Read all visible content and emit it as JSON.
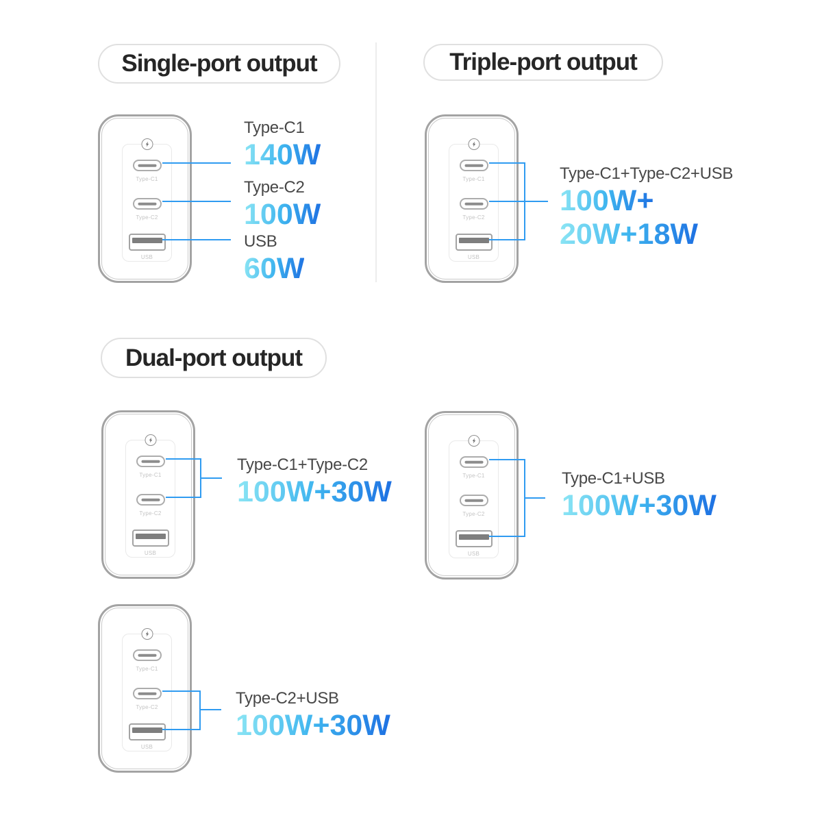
{
  "sections": {
    "single": {
      "title": "Single-port output",
      "entries": [
        {
          "label": "Type-C1",
          "watt": "140W"
        },
        {
          "label": "Type-C2",
          "watt": "100W"
        },
        {
          "label": "USB",
          "watt": "60W"
        }
      ]
    },
    "triple": {
      "title": "Triple-port output",
      "combo_label": "Type-C1+Type-C2+USB",
      "watt_line1": "100W+",
      "watt_line2": "20W+18W"
    },
    "dual": {
      "title": "Dual-port output",
      "combos": [
        {
          "label": "Type-C1+Type-C2",
          "watt": "100W+30W"
        },
        {
          "label": "Type-C1+USB",
          "watt": "100W+30W"
        },
        {
          "label": "Type-C2+USB",
          "watt": "100W+30W"
        }
      ]
    }
  },
  "charger": {
    "port_labels": {
      "c1": "Type-C1",
      "c2": "Type-C2",
      "usb": "USB"
    },
    "logo_icon": "circular-flash-brand-logo"
  },
  "colors": {
    "connector_blue": "#2F9BF1",
    "watt_gradient_start": "#8DE6F4",
    "watt_gradient_mid": "#3FB5EF",
    "watt_gradient_end": "#1D6FE2",
    "badge_border": "#E0E0E0",
    "title_text": "#262626",
    "combo_text": "#484848",
    "charger_border": "#A3A3A3",
    "divider": "#ECECEC"
  }
}
